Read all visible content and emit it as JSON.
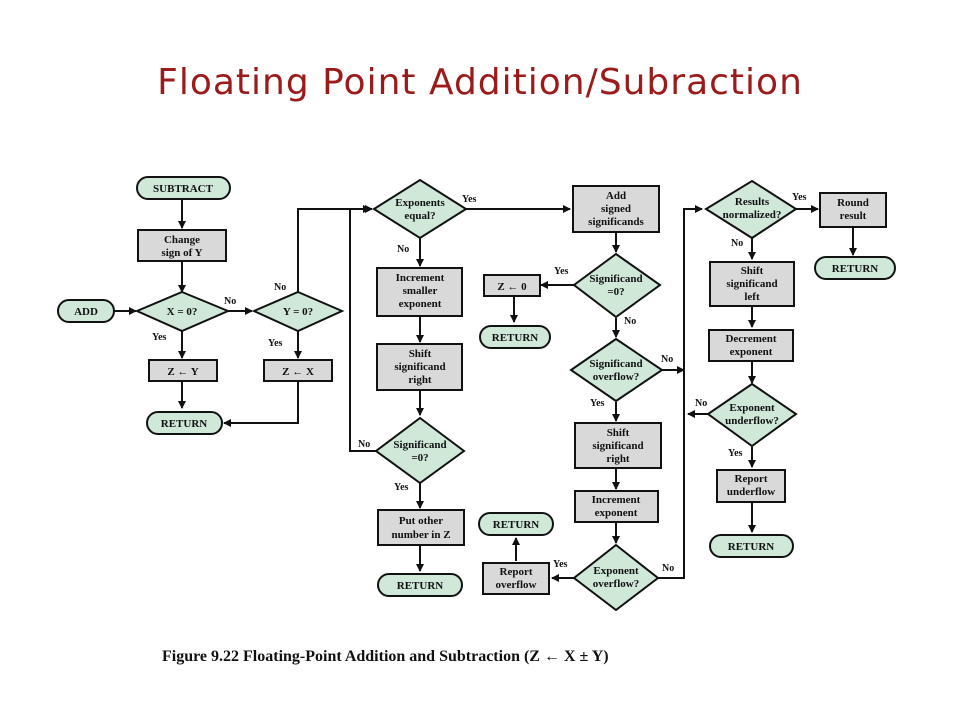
{
  "slide": {
    "title": "Floating Point Addition/Subraction"
  },
  "nodes": {
    "subtract": "SUBTRACT",
    "change_sign_1": "Change",
    "change_sign_2": "sign of Y",
    "add": "ADD",
    "x_zero": "X = 0?",
    "y_zero": "Y = 0?",
    "z_y": "Z ← Y",
    "z_x": "Z ← X",
    "return_1": "RETURN",
    "exp_equal_1": "Exponents",
    "exp_equal_2": "equal?",
    "inc_smaller_1": "Increment",
    "inc_smaller_2": "smaller",
    "inc_smaller_3": "exponent",
    "shift_right_a_1": "Shift",
    "shift_right_a_2": "significand",
    "shift_right_a_3": "right",
    "sig_zero_a_1": "Significand",
    "sig_zero_a_2": "=0?",
    "put_other_1": "Put other",
    "put_other_2": "number in Z",
    "return_2": "RETURN",
    "add_signed_1": "Add",
    "add_signed_2": "signed",
    "add_signed_3": "significands",
    "z_zero": "Z ← 0",
    "return_3": "RETURN",
    "sig_zero_b_1": "Significand",
    "sig_zero_b_2": "=0?",
    "sig_overflow_1": "Significand",
    "sig_overflow_2": "overflow?",
    "shift_right_b_1": "Shift",
    "shift_right_b_2": "significand",
    "shift_right_b_3": "right",
    "inc_exp_1": "Increment",
    "inc_exp_2": "exponent",
    "exp_overflow_1": "Exponent",
    "exp_overflow_2": "overflow?",
    "report_overflow_1": "Report",
    "report_overflow_2": "overflow",
    "return_4": "RETURN",
    "results_norm_1": "Results",
    "results_norm_2": "normalized?",
    "round_1": "Round",
    "round_2": "result",
    "return_5": "RETURN",
    "shift_left_1": "Shift",
    "shift_left_2": "significand",
    "shift_left_3": "left",
    "dec_exp_1": "Decrement",
    "dec_exp_2": "exponent",
    "exp_underflow_1": "Exponent",
    "exp_underflow_2": "underflow?",
    "report_underflow_1": "Report",
    "report_underflow_2": "underflow",
    "return_6": "RETURN"
  },
  "edge_labels": {
    "yes": "Yes",
    "no": "No"
  },
  "caption": "Figure 9.22  Floating-Point Addition and Subtraction (Z ← X ± Y)"
}
